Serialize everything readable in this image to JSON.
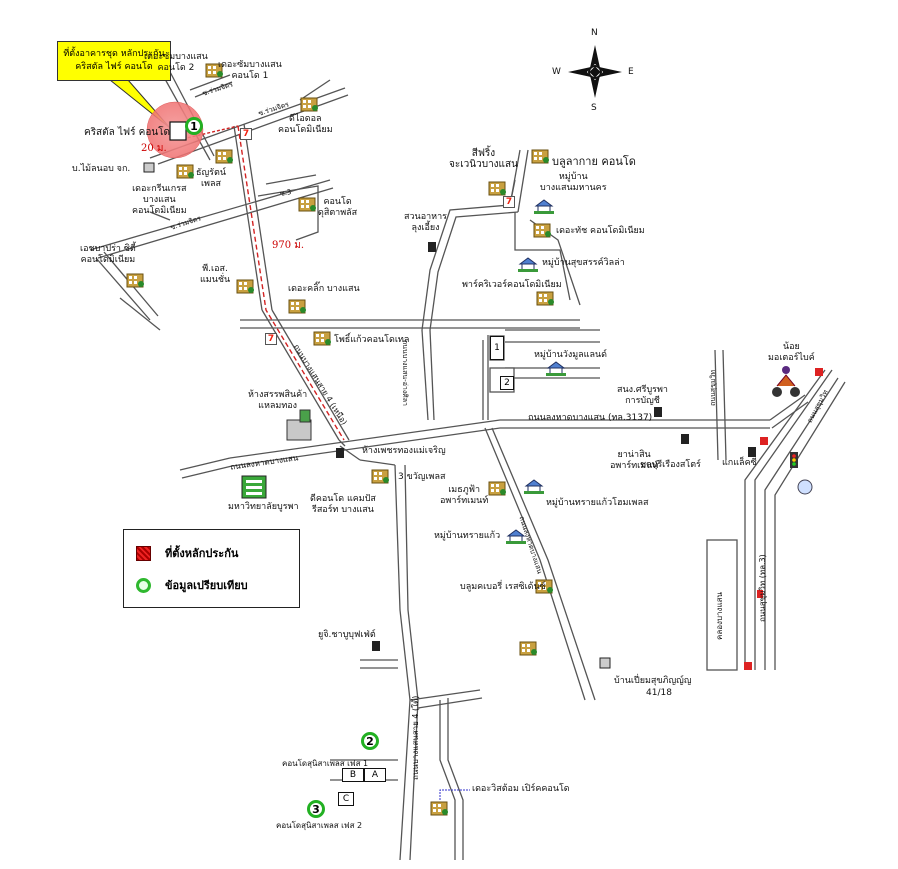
{
  "compass": {
    "n": "N",
    "s": "S",
    "e": "E",
    "w": "W"
  },
  "callout": {
    "line1": "ที่ตั้งอาคารชุด หลักประกัน",
    "line2": "คริสตัล ไฟร์ คอนโด"
  },
  "distances": {
    "d20": "20 ม.",
    "d970": "970 ม."
  },
  "legend": {
    "collateral": "ที่ตั้งหลักประกัน",
    "comparable": "ข้อมูลเปรียบเทียบ"
  },
  "markers": {
    "m1": "1",
    "m2": "2",
    "m3": "3"
  },
  "plots": {
    "p1": "1",
    "p2": "2",
    "a": "A",
    "b": "B",
    "c": "C"
  },
  "places": {
    "crystal": "คริสตัล ไฟร์ คอนโด",
    "bmilan": "บ.ไม้ลนอบ จก.",
    "green": "เดอะกรีนเกรส\nบางแสน\nคอนโดมิเนียม",
    "baanthan": "ธัญรัตน์\nเพลส",
    "condo1": "เดอะซัมบางแสน\nคอนโด 1",
    "condo2": "เดอะซัมบางแสน\nคอนโด 2",
    "ideal": "ดีไอดอล\nคอนโดมิเนียม",
    "kasa": "คอนโด\nดุสิตาพลัส",
    "arbu": "เอชบาปร่า ซิตี้\nคอนโดมิเนียม",
    "ps": "พี.เอส.\nแมนชั่น",
    "click": "เดอะคลิ๊ก บางแสน",
    "prokaew": "โพธิ์แก้วคอนโดเทล",
    "market": "ห้างสรรพสินค้า\nแหลมทอง",
    "phetrat": "ห้างเพชรทองแม่เจริญ",
    "buu": "มหาวิทยาลัยบูรพา",
    "dcondo": "ดีคอนโด แคมปัส\nรีสอร์ท บางแสน",
    "charoen": "3 ขวัญเพลส",
    "kaew": "เมธภูฟ้า\nอพาร์ทเมนท์",
    "sonphet": "หมู่บ้านทรายแก้วโฮมเพลส",
    "village": "หมู่บ้านทรายแก้ว",
    "bmw": "บลูมคเบอรี่ เรสซิเด้นซ์",
    "bobby": "ยูจิ.ชาบูบุฟเฟ่ต์",
    "baan": "บ้านเปี่ยมสุขภิญญ์ญ",
    "baanno": "41/18",
    "yoo": "ยาน่าสิน\nอพาร์ทเมนท์",
    "chonburi": "ชลบุรีเรืองสโตร์",
    "makro": "แกแล็คซี",
    "tapae": "สนง.ศรีบูรพา\nการบัญชี",
    "newroad": "ถนนลงหาดบางแสน (ทล.3137)",
    "bangsaen": "ถนนลงหาดบางแสน",
    "spring": "สีฟริ้ง\nจะเวนิวบางแสน",
    "blue": "บลูลากาย คอนโด",
    "baanbs": "หมู่บ้าน\nบางแสนมหานคร",
    "teak": "เดอะทัช คอนโดมิเนียม",
    "sook": "หมู่บ้านสุขสรรค์วิลล่า",
    "parkri": "พาร์คริเวอร์คอนโดมิเนียม",
    "jungle": "หมู่บ้านวังมูลแลนด์",
    "suan": "สวนอาหาร\nลุงเอี้ยง",
    "monkey": "น้อย\nมอเตอร์ไบค์",
    "cc1": "คอนโดสุนิสาเพลส เฟส 1",
    "cc2": "คอนโดสุนิสาเพลส เฟส 2",
    "dcc": "เดอะวิสต้อม เปิร์คคอนโด"
  },
  "roads": {
    "r_south": "ถนนบางแสนสาย 4 (ใต้)",
    "r_north": "ถนนบางแสนสาย 4 (เหนือ)",
    "r_soi": "ถนนลงหาดบางแสน",
    "r_sukhum": "ถนนสุขุมวิท (ทล.3)",
    "r_klong": "คลองบางแสน",
    "r_sukhumvit": "ถนนสุขุมวิท",
    "r_mid": "ถนนบางแสน-อ่างศิลา",
    "r_saen": "ซ.บางแสน",
    "r_s1": "ซ.ร่วมจิตร",
    "r_s2": "ซ.ร่วมจิตร",
    "r_s3": "ซ.ร่วมจิตร",
    "r_s4": "ซ.3",
    "r_east": "ถนนสุขุมวิท",
    "r_t1": "ถนนลงหาด"
  },
  "colors": {
    "road": "#555555",
    "dash": "#d22222",
    "radius": "#f08080",
    "callout": "#ffff00",
    "green": "#22b022"
  }
}
